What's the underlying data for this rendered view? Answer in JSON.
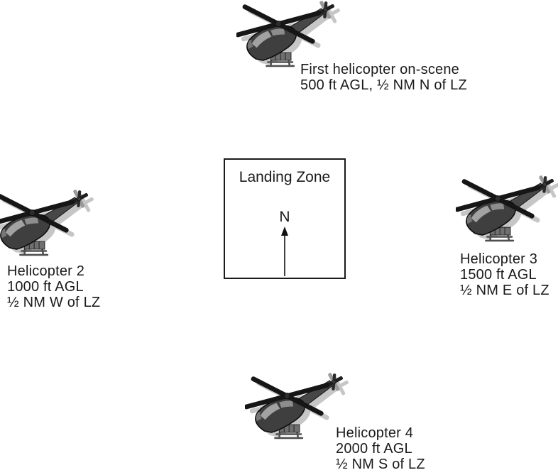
{
  "diagram": {
    "title_hint": "Helicopter holding positions around a landing zone",
    "landing_zone": {
      "title": "Landing Zone",
      "north_label": "N"
    },
    "helicopters": [
      {
        "position": "north",
        "lines": [
          "First helicopter on-scene",
          "500 ft AGL, ½ NM N of LZ"
        ]
      },
      {
        "position": "west",
        "lines": [
          "Helicopter 2",
          "1000 ft AGL",
          "½ NM W of LZ"
        ]
      },
      {
        "position": "east",
        "lines": [
          "Helicopter 3",
          "1500 ft AGL",
          "½ NM E of LZ"
        ]
      },
      {
        "position": "south",
        "lines": [
          "Helicopter 4",
          "2000 ft AGL",
          "½ NM S of LZ"
        ]
      }
    ],
    "colors": {
      "background": "#ffffff",
      "text": "#1a1a1a",
      "box_border": "#1a1a1a",
      "helicopter_body": "#3f3f3f",
      "rotor_blade": "#161616",
      "drop_shadow": "#c6c6c6",
      "window": "#a2a2a2"
    }
  }
}
